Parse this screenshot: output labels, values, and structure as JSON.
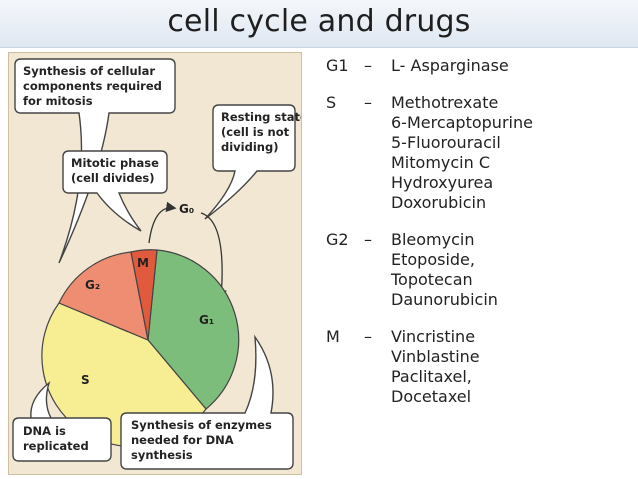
{
  "title": "cell cycle and drugs",
  "diagram": {
    "callouts": {
      "synthesis_cellular": [
        "Synthesis of cellular",
        "components required",
        "for mitosis"
      ],
      "resting_state": [
        "Resting state",
        "(cell is not",
        "dividing)"
      ],
      "mitotic_phase": [
        "Mitotic phase",
        "(cell divides)"
      ],
      "dna_replicated": [
        "DNA is",
        "replicated"
      ],
      "synthesis_enzymes": [
        "Synthesis of enzymes",
        "needed for DNA",
        "synthesis"
      ]
    },
    "phase_labels": {
      "g0": "G₀",
      "m": "M",
      "g2": "G₂",
      "g1": "G₁",
      "s": "S"
    },
    "slices": [
      {
        "phase": "G1",
        "color": "#7dbd7b"
      },
      {
        "phase": "S",
        "color": "#f7ee93"
      },
      {
        "phase": "G2",
        "color": "#ee8d72"
      },
      {
        "phase": "M",
        "color": "#e25a3e"
      }
    ]
  },
  "drug_groups": [
    {
      "phase": "G1",
      "dash": "–",
      "drugs": [
        "L- Asparginase"
      ]
    },
    {
      "phase": "S",
      "dash": "–",
      "drugs": [
        "Methotrexate",
        "6-Mercaptopurine",
        "5-Fluorouracil",
        "Mitomycin C",
        "Hydroxyurea",
        "Doxorubicin"
      ]
    },
    {
      "phase": "G2",
      "dash": "–",
      "drugs": [
        "Bleomycin",
        "Etoposide,",
        "Topotecan",
        "Daunorubicin"
      ]
    },
    {
      "phase": "M",
      "dash": "–",
      "drugs": [
        "Vincristine",
        "Vinblastine",
        "Paclitaxel,",
        "Docetaxel"
      ]
    }
  ]
}
